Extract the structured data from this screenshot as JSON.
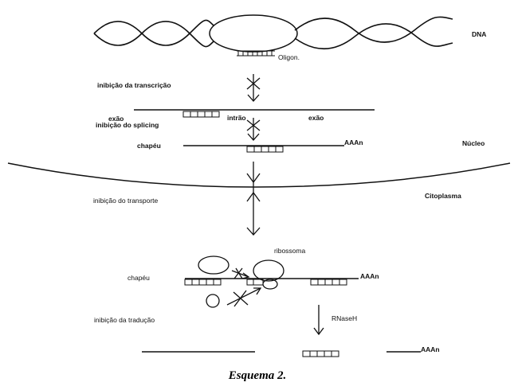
{
  "labels": {
    "dna": "DNA",
    "oligon": "Oligon.",
    "inhib_transcription": "inibição da transcrição",
    "exon_left": "exão",
    "intron": "intrão",
    "exon_right": "exão",
    "inhib_splicing": "inibição do splicing",
    "cap_nucleus": "chapéu",
    "polya_nucleus": "AAAn",
    "nucleus": "Núcleo",
    "inhib_transport": "inibição do transporte",
    "cytoplasm": "Citoplasma",
    "ribosome": "ribossoma",
    "cap_cytoplasm": "chapéu",
    "polya_cytoplasm": "AAAn",
    "inhib_translation": "inibição da tradução",
    "rnaseh": "RNaseH",
    "polya_bottom": "AAAn"
  },
  "caption": "Esquema 2."
}
